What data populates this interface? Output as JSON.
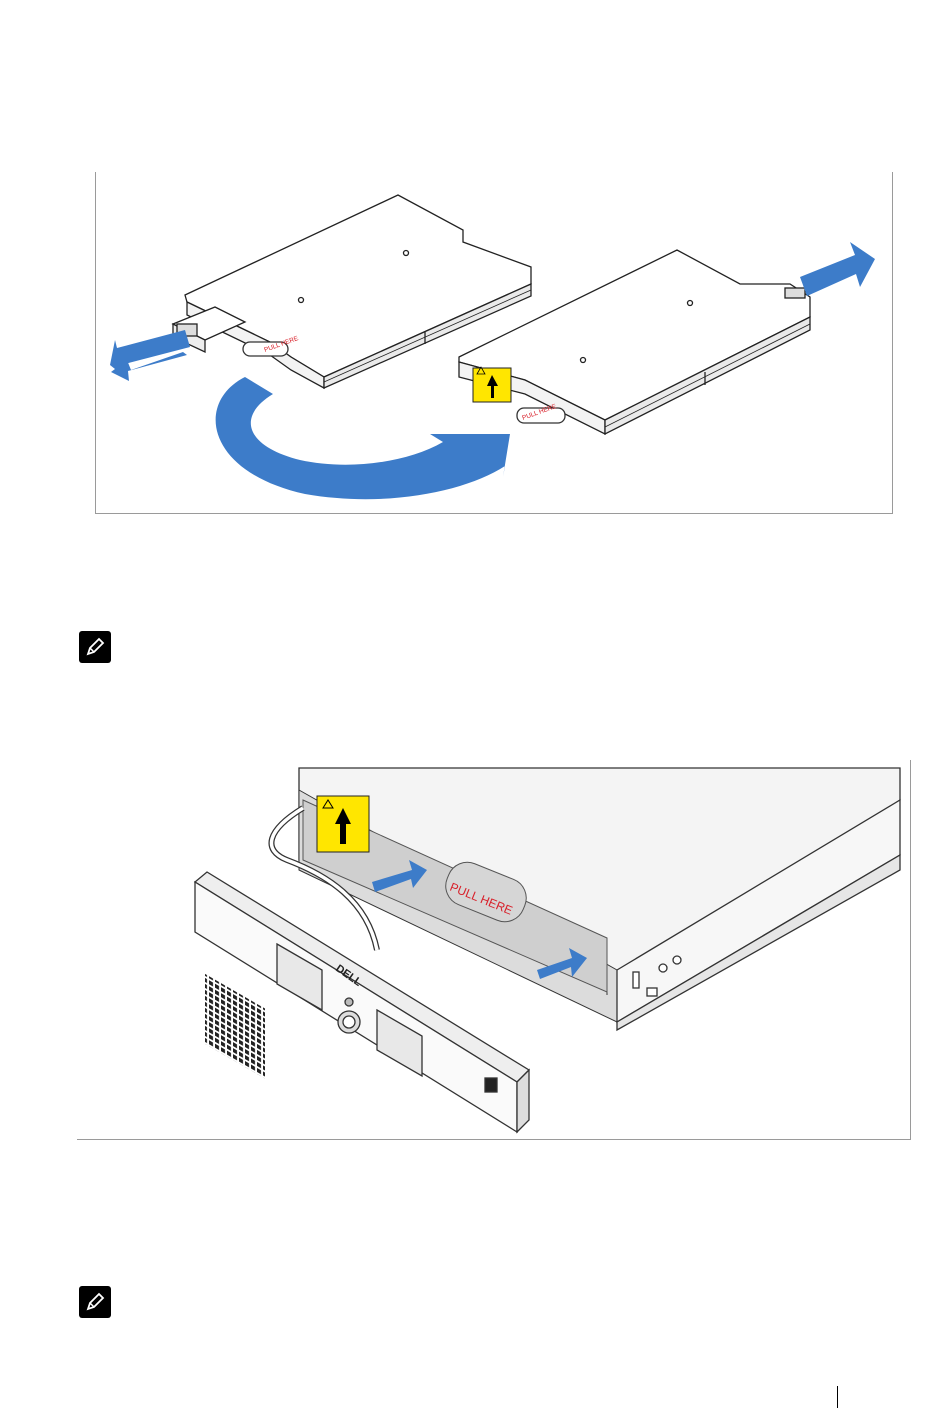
{
  "figure1": {
    "modules": [
      {
        "label": "PULL HERE"
      },
      {
        "label": "PULL HERE"
      }
    ]
  },
  "figure2": {
    "pull_label": "PULL HERE",
    "bezel_logo": "DELL"
  },
  "colors": {
    "arrow_blue": "#3d7cc9",
    "warning_yellow": "#ffe600",
    "pull_red": "#d8202a",
    "frame_gray": "#9a9a9a"
  },
  "icons": [
    "note-icon",
    "note-icon"
  ]
}
